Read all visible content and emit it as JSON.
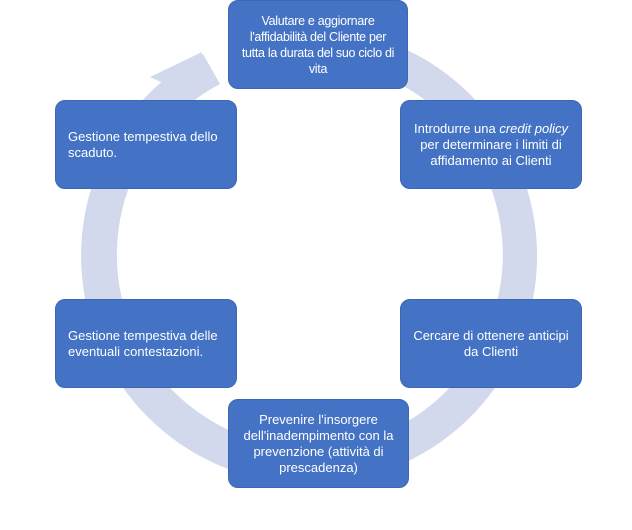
{
  "colors": {
    "node_fill": "#4472c4",
    "ring": "#d3d9ec",
    "text": "#ffffff"
  },
  "nodes": [
    {
      "id": "n1",
      "text": "Valutare e aggiornare l'affidabilità del Cliente per tutta la durata del suo ciclo di vita"
    },
    {
      "id": "n2",
      "text_before": "Introdurre una ",
      "text_italic": "credit policy",
      "text_after": " per determinare i limiti di affidamento ai Clienti"
    },
    {
      "id": "n3",
      "text": "Cercare di ottenere anticipi da Clienti"
    },
    {
      "id": "n4",
      "text": "Prevenire l'insorgere dell'inadempimento con la prevenzione  (attività di prescadenza)"
    },
    {
      "id": "n5",
      "text": "Gestione tempestiva delle eventuali contestazioni."
    },
    {
      "id": "n6",
      "text": "Gestione tempestiva dello scaduto."
    }
  ]
}
